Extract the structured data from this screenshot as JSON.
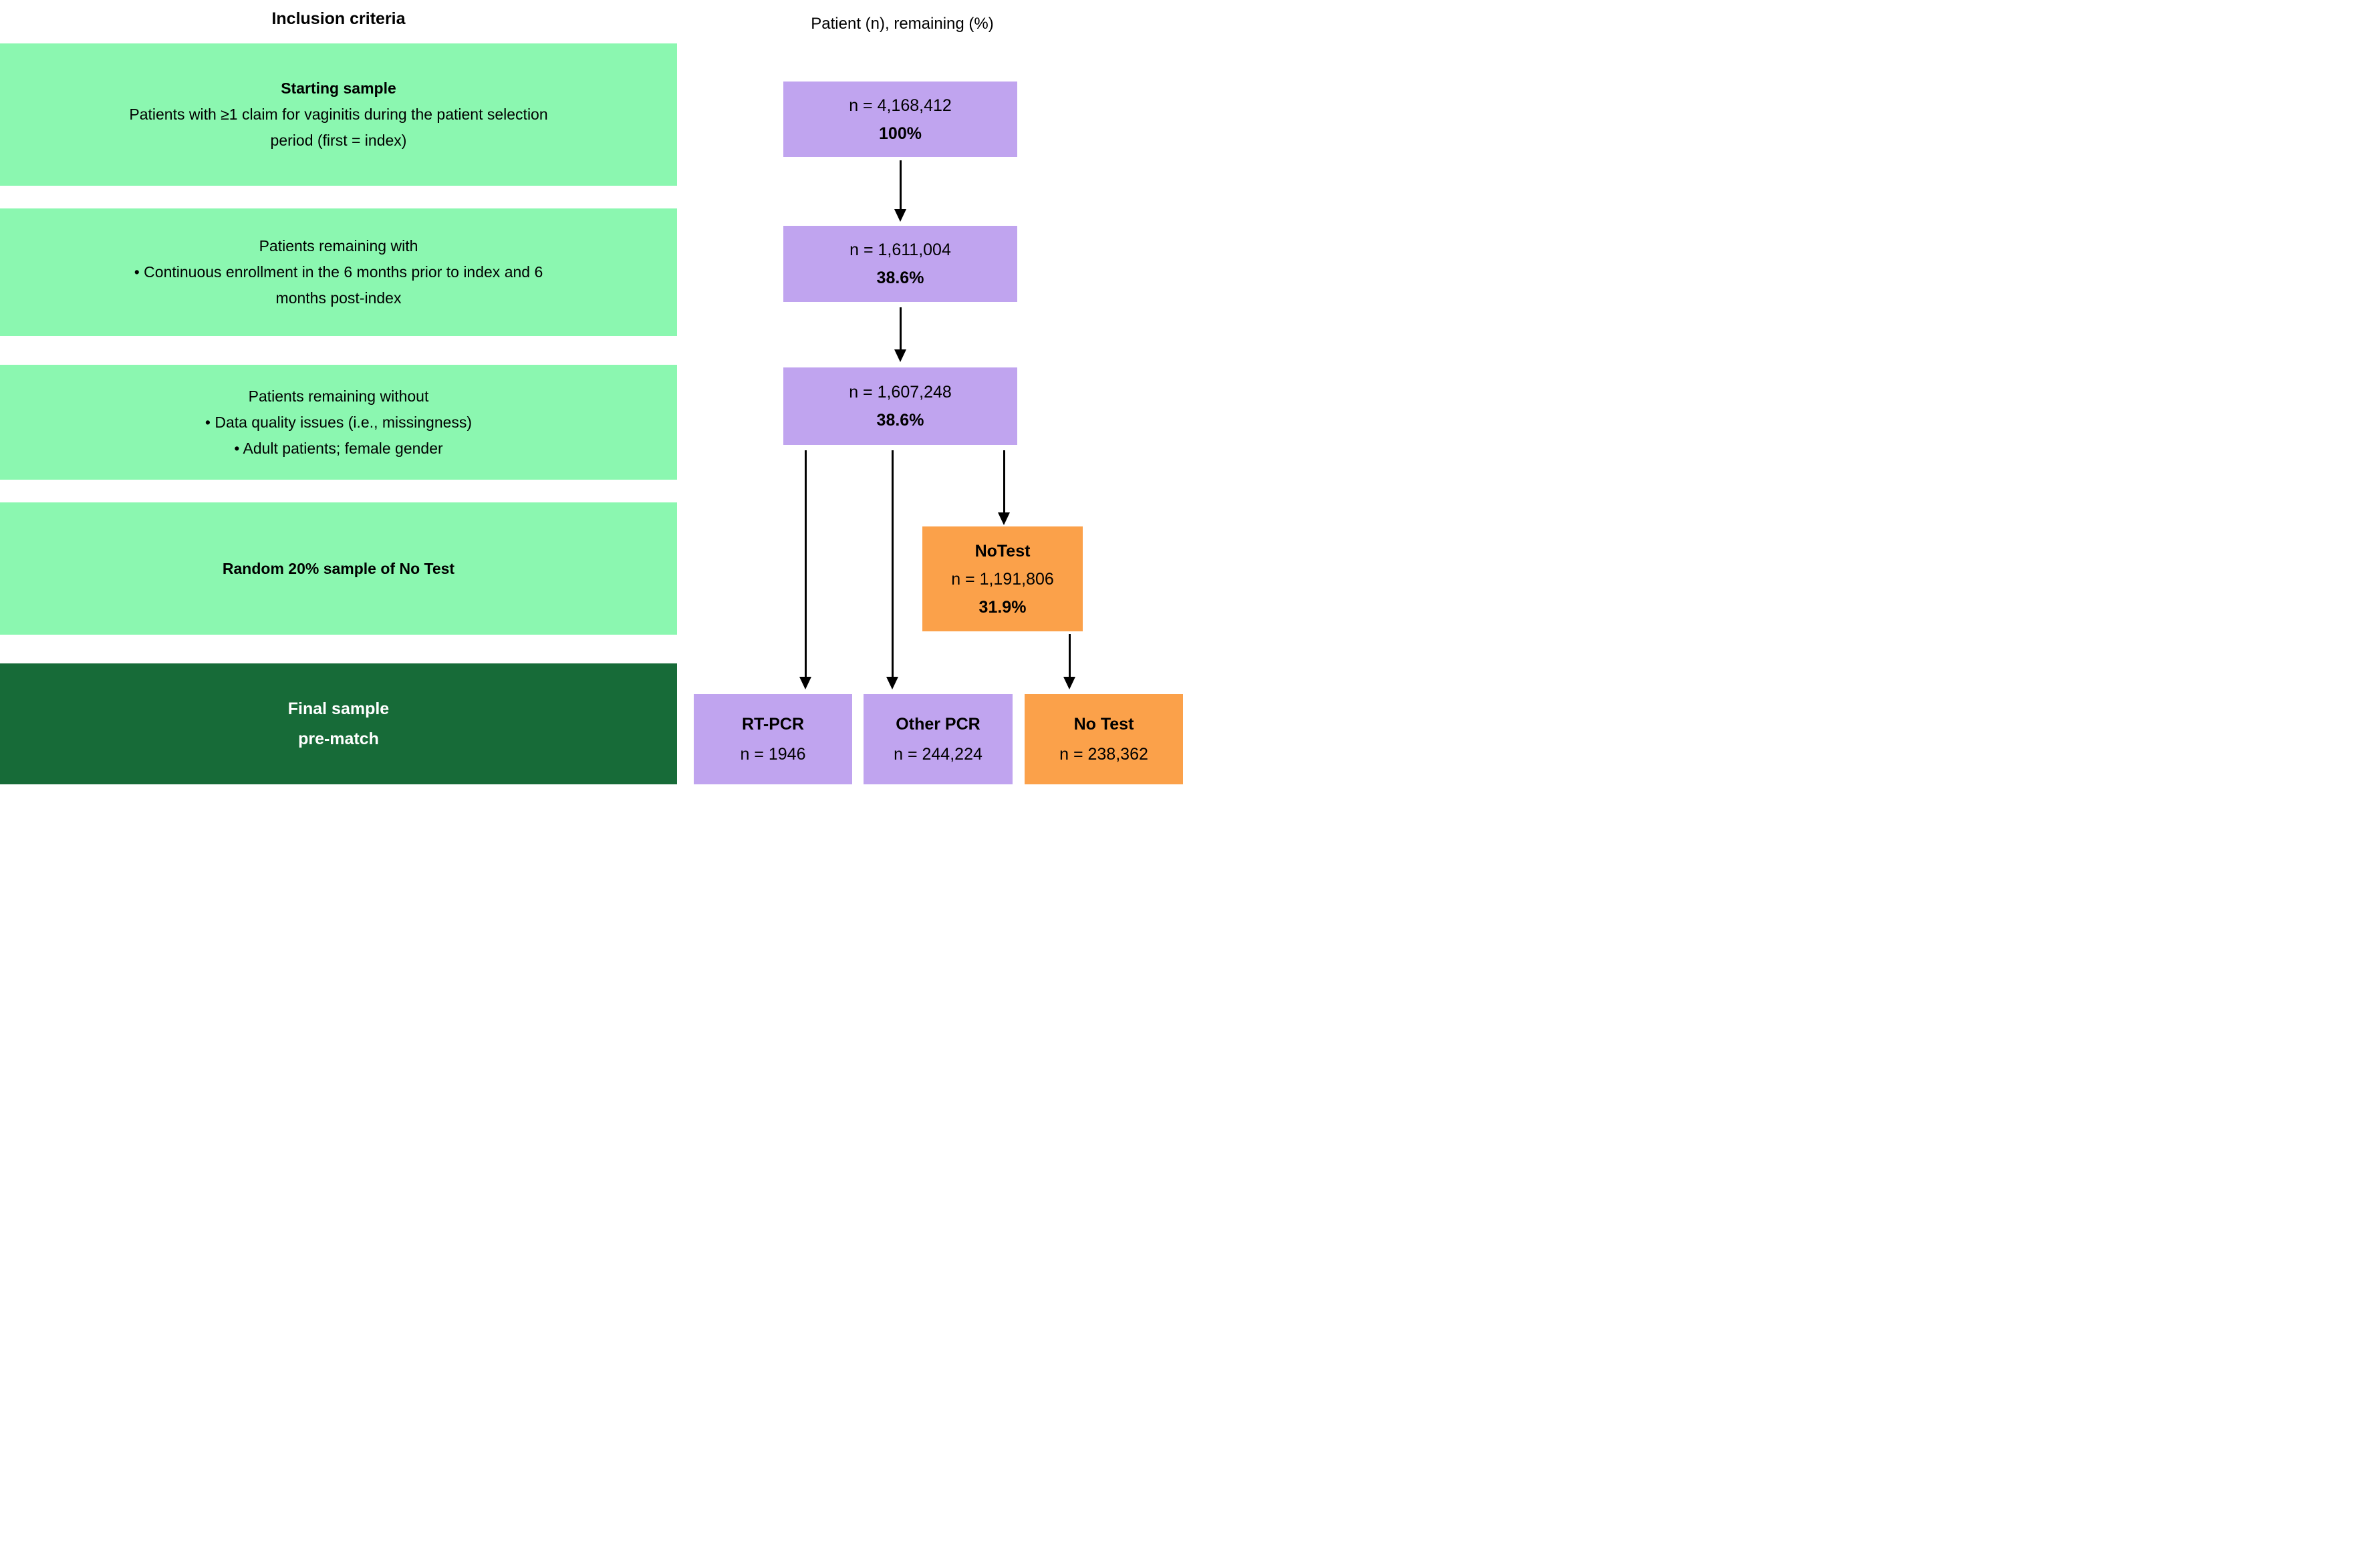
{
  "headers": {
    "left": "Inclusion criteria",
    "right": "Patient (n), remaining (%)"
  },
  "colors": {
    "light_green": "#8bf7b0",
    "dark_green": "#176b38",
    "purple": "#c0a4ef",
    "orange": "#fba14a",
    "arrow": "#000000",
    "text": "#000000",
    "final_text": "#ffffff"
  },
  "inclusion": [
    {
      "title": "Starting sample",
      "lines": [
        "Patients with ≥1 claim for vaginitis during the patient selection",
        "period (first = index)"
      ]
    },
    {
      "title": "Patients remaining with",
      "lines": [
        "•  Continuous enrollment in the 6 months prior to index and 6",
        "months post-index"
      ]
    },
    {
      "title": "Patients remaining without",
      "lines": [
        "•  Data quality issues (i.e., missingness)",
        "•  Adult patients; female gender"
      ]
    },
    {
      "title": "Random 20% sample of No Test",
      "lines": []
    }
  ],
  "final_sample": {
    "line1": "Final sample",
    "line2": "pre-match"
  },
  "flow": {
    "purple": [
      {
        "n": "n = 4,168,412",
        "pct": "100%"
      },
      {
        "n": "n = 1,611,004",
        "pct": "38.6%"
      },
      {
        "n": "n = 1,607,248",
        "pct": "38.6%"
      }
    ],
    "notest": {
      "label": "NoTest",
      "n": "n = 1,191,806",
      "pct": "31.9%"
    },
    "final": [
      {
        "label": "RT-PCR",
        "n": "n = 1946"
      },
      {
        "label": "Other PCR",
        "n": "n = 244,224"
      },
      {
        "label": "No Test",
        "n": "n = 238,362"
      }
    ]
  }
}
